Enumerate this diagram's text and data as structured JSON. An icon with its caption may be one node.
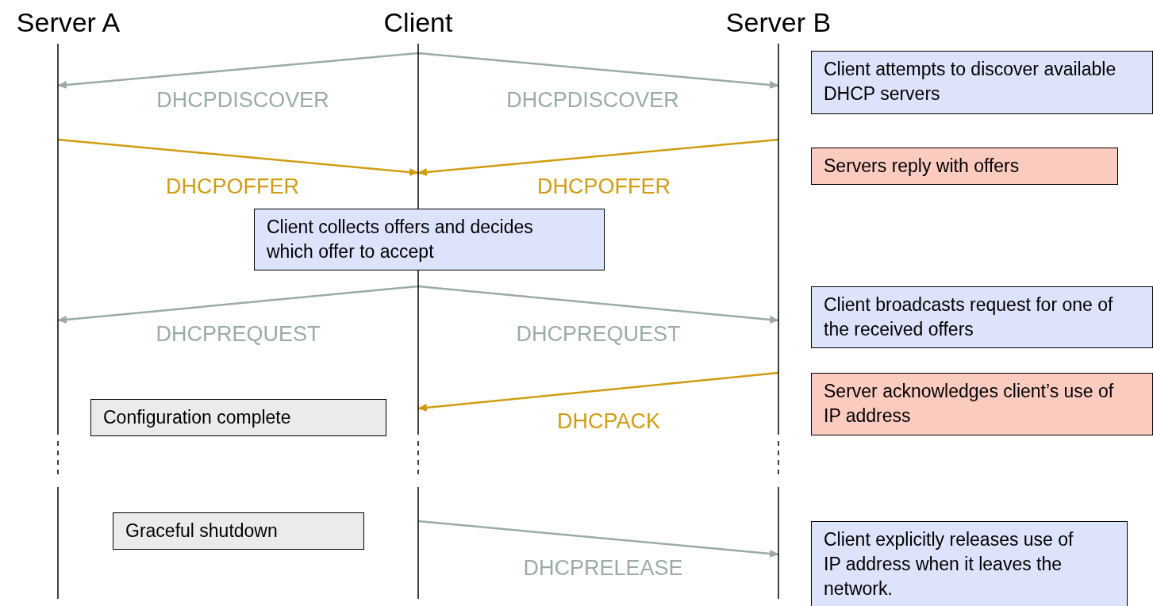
{
  "diagram": {
    "nodes": [
      {
        "text": [
          "Server A"
        ]
      },
      {
        "text": [
          "Client"
        ]
      },
      {
        "text": [
          "Server B"
        ]
      },
      {
        "text": [
          "Client attempts to discover available DHCP servers"
        ]
      },
      {
        "text": [
          "Servers reply with offers"
        ]
      },
      {
        "text": [
          "Client collects offers and decides which offer to accept"
        ]
      },
      {
        "text": [
          "Client broadcasts request for one of the received offers"
        ]
      },
      {
        "text": [
          "Server acknowledges client’s use of IP address"
        ]
      },
      {
        "text": [
          "Configuration complete"
        ]
      },
      {
        "text": [
          "Graceful shutdown"
        ]
      },
      {
        "text": [
          "Client explicitly releases use of IP address when it leaves the network."
        ]
      }
    ],
    "edges": [
      {
        "from": 1,
        "to": 0,
        "arrow": "to",
        "label": "DHCPDISCOVER"
      },
      {
        "from": 1,
        "to": 2,
        "arrow": "to",
        "label": "DHCPDISCOVER"
      },
      {
        "from": 0,
        "to": 1,
        "arrow": "to",
        "label": "DHCPOFFER",
        "color": "#d09c12"
      },
      {
        "from": 2,
        "to": 1,
        "arrow": "to",
        "label": "DHCPOFFER",
        "color": "#d09c12"
      },
      {
        "from": 1,
        "to": 0,
        "arrow": "to",
        "label": "DHCPREQUEST"
      },
      {
        "from": 1,
        "to": 2,
        "arrow": "to",
        "label": "DHCPREQUEST"
      },
      {
        "from": 2,
        "to": 1,
        "arrow": "to",
        "label": "DHCPACK",
        "color": "#d09c12"
      },
      {
        "from": 1,
        "to": 2,
        "arrow": "to",
        "label": "DHCPRELEASE"
      }
    ]
  }
}
